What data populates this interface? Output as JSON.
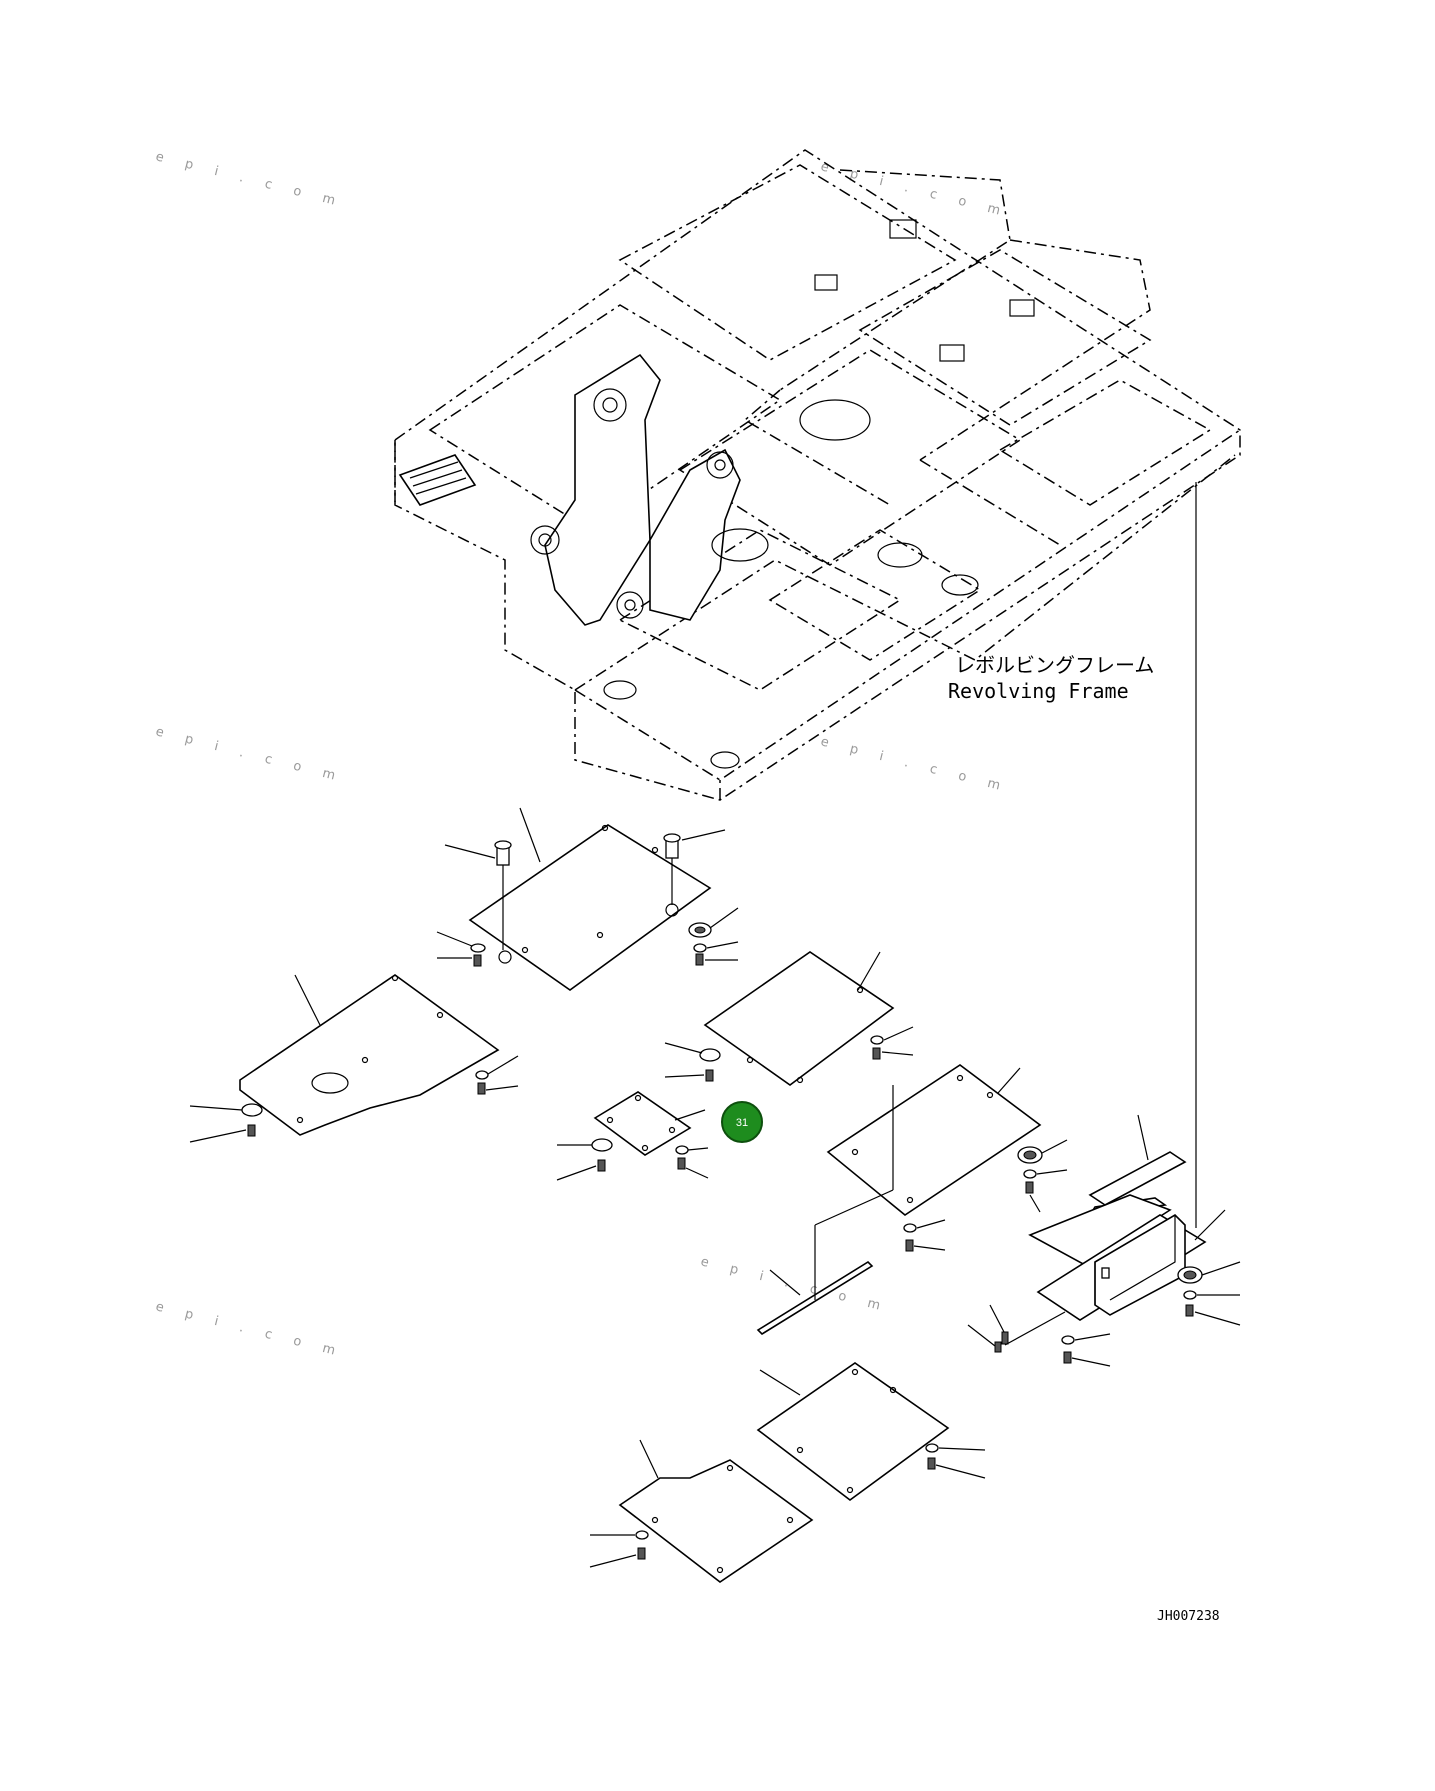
{
  "labels": {
    "frame_jp": "レボルビングフレーム",
    "frame_en": "Revolving Frame",
    "drawing_code": "JH007238"
  },
  "callouts": [
    {
      "number": "31",
      "color": "#1e8c1e"
    }
  ],
  "watermark": {
    "text": "e p i . c o m"
  }
}
